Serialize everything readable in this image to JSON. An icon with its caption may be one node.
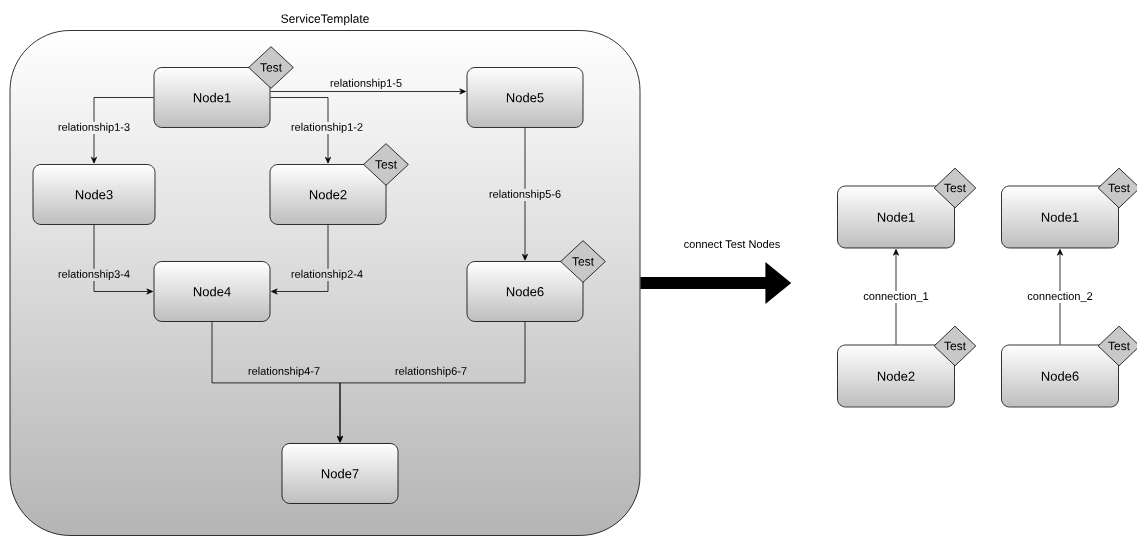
{
  "diagram": {
    "nodes": [
      {
        "text": [
          "ServiceTemplate"
        ]
      },
      {
        "text": [
          "Node1"
        ],
        "in": 0
      },
      {
        "text": [
          "Test"
        ],
        "in": 0
      },
      {
        "text": [
          "Node5"
        ],
        "in": 0
      },
      {
        "text": [
          "Node3"
        ],
        "in": 0
      },
      {
        "text": [
          "Node2"
        ],
        "in": 0
      },
      {
        "text": [
          "Test"
        ],
        "in": 0
      },
      {
        "text": [
          "Node4"
        ],
        "in": 0
      },
      {
        "text": [
          "Node6"
        ],
        "in": 0
      },
      {
        "text": [
          "Test"
        ],
        "in": 0
      },
      {
        "text": [
          "Node7"
        ],
        "in": 0
      },
      {
        "text": [
          "Node1"
        ]
      },
      {
        "text": [
          "Test"
        ]
      },
      {
        "text": [
          "Node1"
        ]
      },
      {
        "text": [
          "Test"
        ]
      },
      {
        "text": [
          "Node2"
        ]
      },
      {
        "text": [
          "Test"
        ]
      },
      {
        "text": [
          "Node6"
        ]
      },
      {
        "text": [
          "Test"
        ]
      }
    ],
    "edges": [
      {
        "from": 1,
        "to": 4,
        "arrow": "to",
        "label": "relationship1-3"
      },
      {
        "from": 1,
        "to": 5,
        "arrow": "to",
        "label": "relationship1-2"
      },
      {
        "from": 1,
        "to": 3,
        "arrow": "to",
        "label": "relationship1-5"
      },
      {
        "from": 3,
        "to": 8,
        "arrow": "to",
        "label": "relationship5-6"
      },
      {
        "from": 4,
        "to": 7,
        "arrow": "to",
        "label": "relationship3-4"
      },
      {
        "from": 5,
        "to": 7,
        "arrow": "to",
        "label": "relationship2-4"
      },
      {
        "from": 7,
        "to": 10,
        "arrow": "to",
        "label": "relationship4-7"
      },
      {
        "from": 8,
        "to": 10,
        "arrow": "to",
        "label": "relationship6-7"
      },
      {
        "from": 0,
        "to": null,
        "arrow": "to",
        "style": "thick",
        "label": "connect Test Nodes"
      },
      {
        "from": 15,
        "to": 11,
        "arrow": "to",
        "label": "connection_1"
      },
      {
        "from": 17,
        "to": 13,
        "arrow": "to",
        "label": "connection_2"
      }
    ]
  }
}
